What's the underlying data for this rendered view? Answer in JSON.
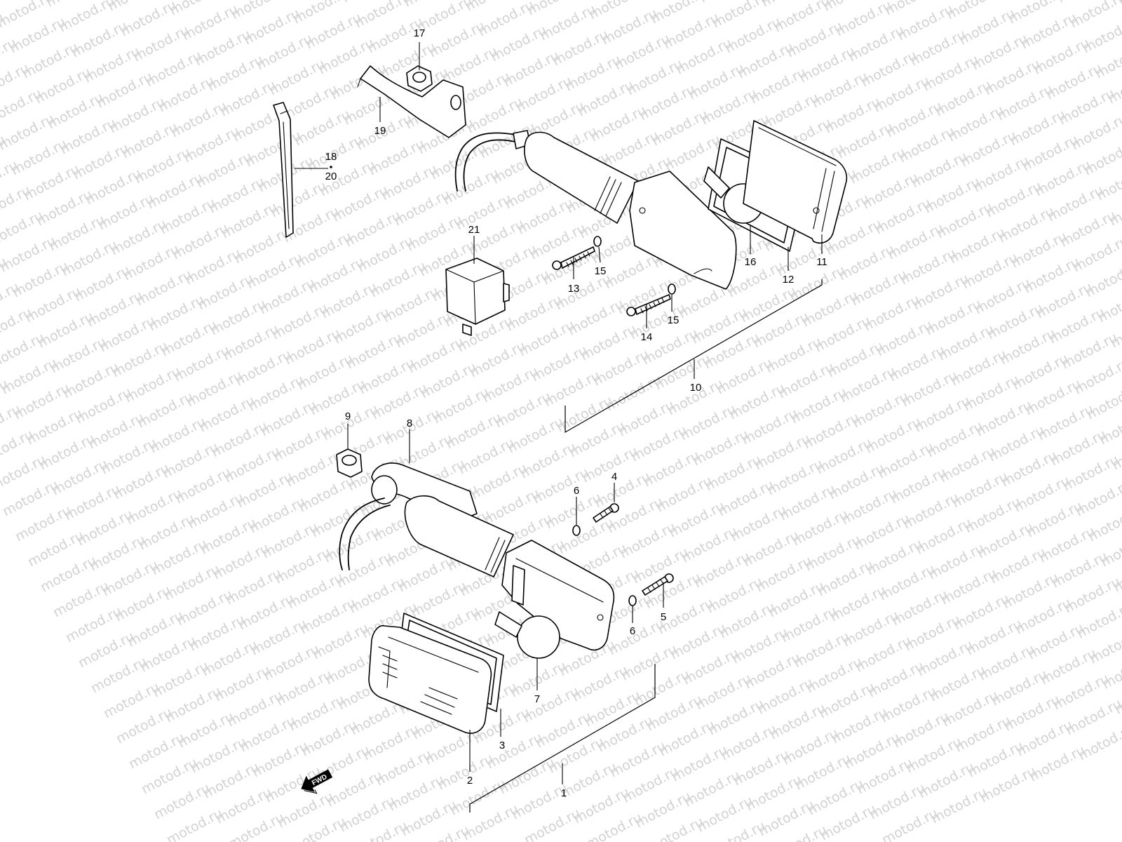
{
  "watermark": {
    "text": "motod.ru",
    "color": "#d2d2d2"
  },
  "direction_marker": {
    "label": "FWD",
    "icon": "forward-arrow-icon"
  },
  "callouts": [
    {
      "id": "1",
      "label": "1"
    },
    {
      "id": "2",
      "label": "2"
    },
    {
      "id": "3",
      "label": "3"
    },
    {
      "id": "4",
      "label": "4"
    },
    {
      "id": "5",
      "label": "5"
    },
    {
      "id": "6a",
      "label": "6"
    },
    {
      "id": "6b",
      "label": "6"
    },
    {
      "id": "7",
      "label": "7"
    },
    {
      "id": "8",
      "label": "8"
    },
    {
      "id": "9",
      "label": "9"
    },
    {
      "id": "10",
      "label": "10"
    },
    {
      "id": "11",
      "label": "11"
    },
    {
      "id": "12",
      "label": "12"
    },
    {
      "id": "13",
      "label": "13"
    },
    {
      "id": "14",
      "label": "14"
    },
    {
      "id": "15a",
      "label": "15"
    },
    {
      "id": "15b",
      "label": "15"
    },
    {
      "id": "16",
      "label": "16"
    },
    {
      "id": "17",
      "label": "17"
    },
    {
      "id": "18",
      "label": "18"
    },
    {
      "id": "20",
      "label": "20"
    },
    {
      "id": "19",
      "label": "19"
    },
    {
      "id": "21",
      "label": "21"
    }
  ]
}
